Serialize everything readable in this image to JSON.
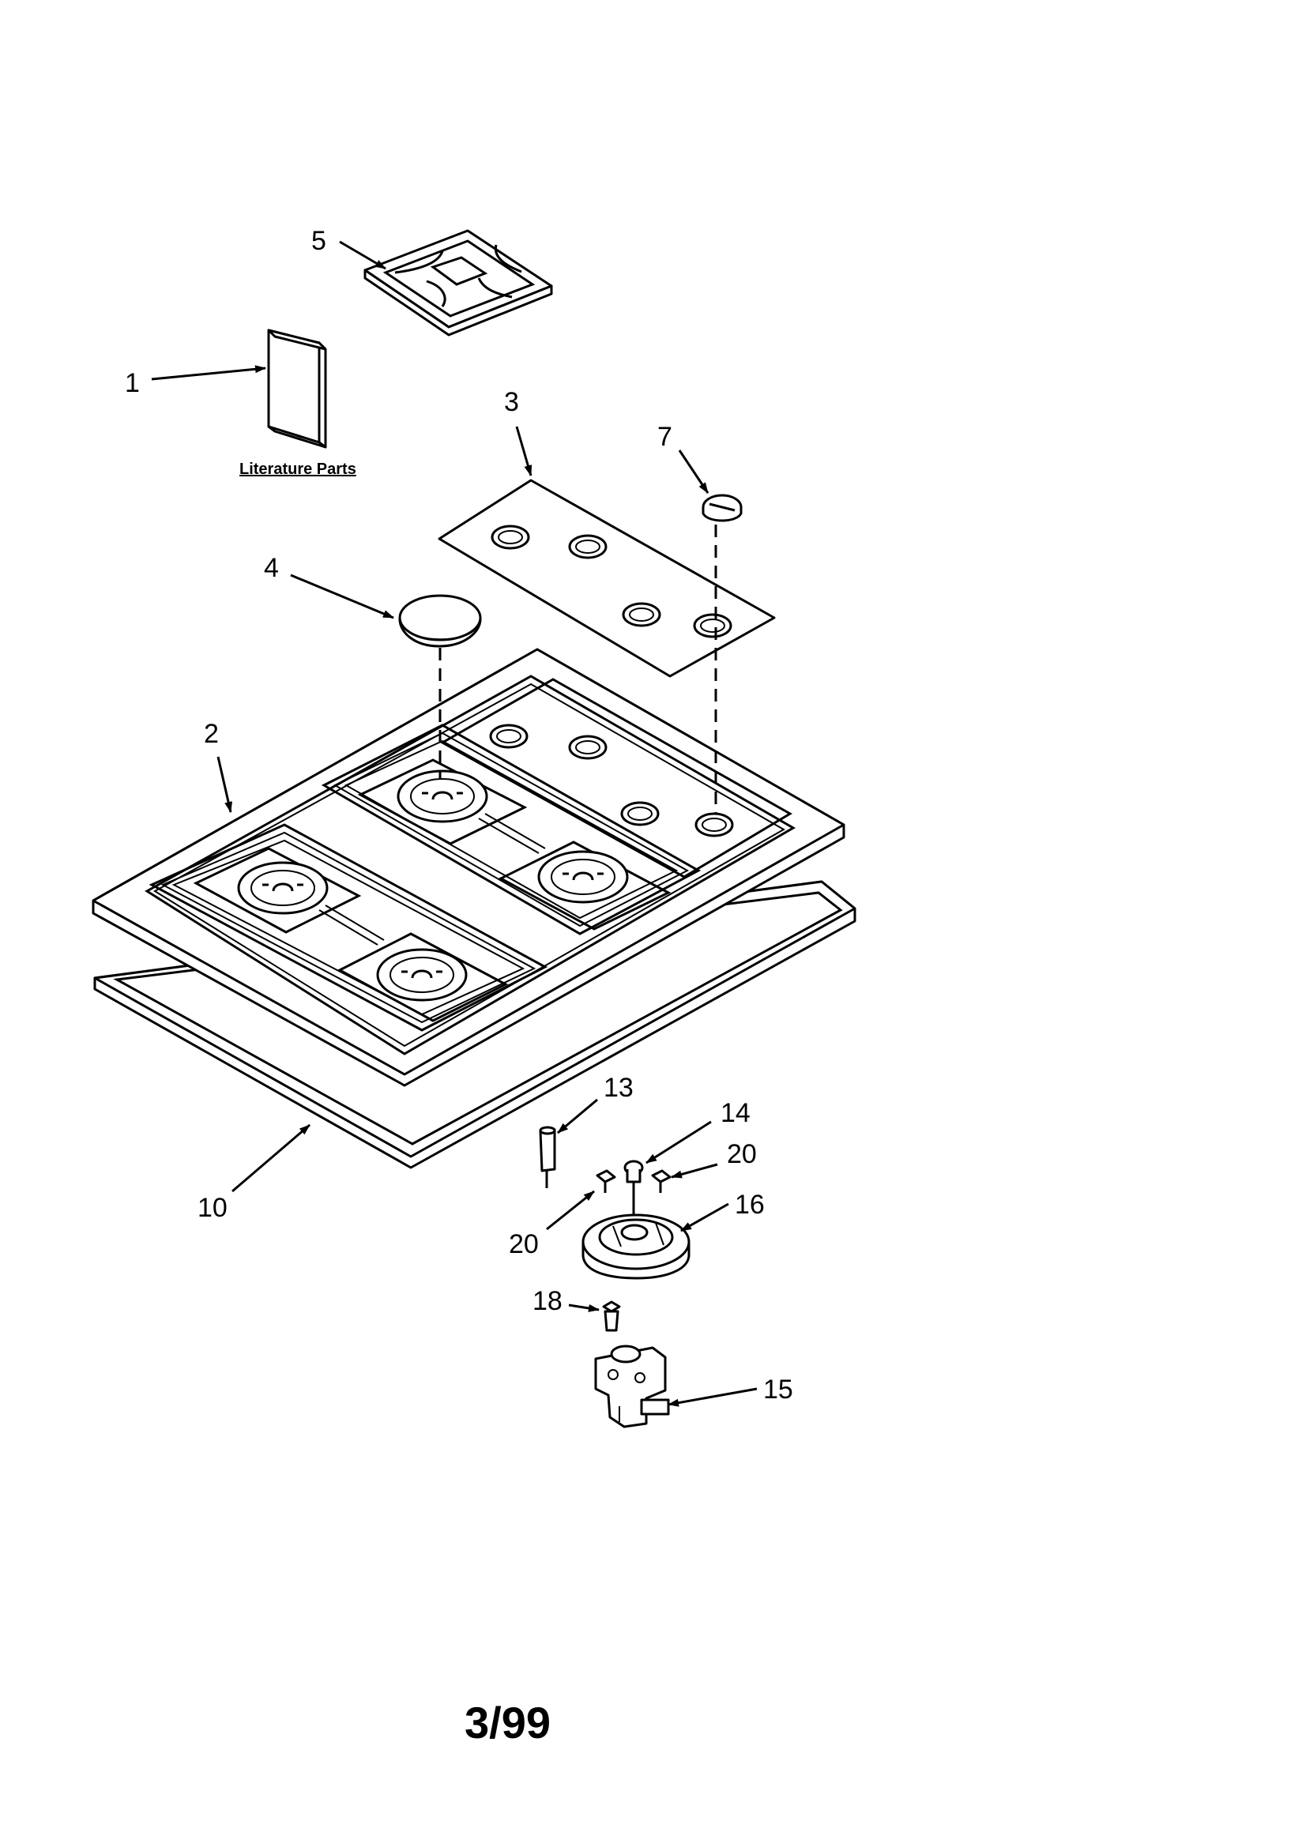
{
  "callouts": {
    "p1": "1",
    "p2": "2",
    "p3": "3",
    "p4": "4",
    "p5": "5",
    "p7": "7",
    "p10": "10",
    "p13": "13",
    "p14": "14",
    "p15": "15",
    "p16": "16",
    "p18": "18",
    "p20a": "20",
    "p20b": "20"
  },
  "literature_label": "Literature Parts",
  "footer_code": "3/99"
}
